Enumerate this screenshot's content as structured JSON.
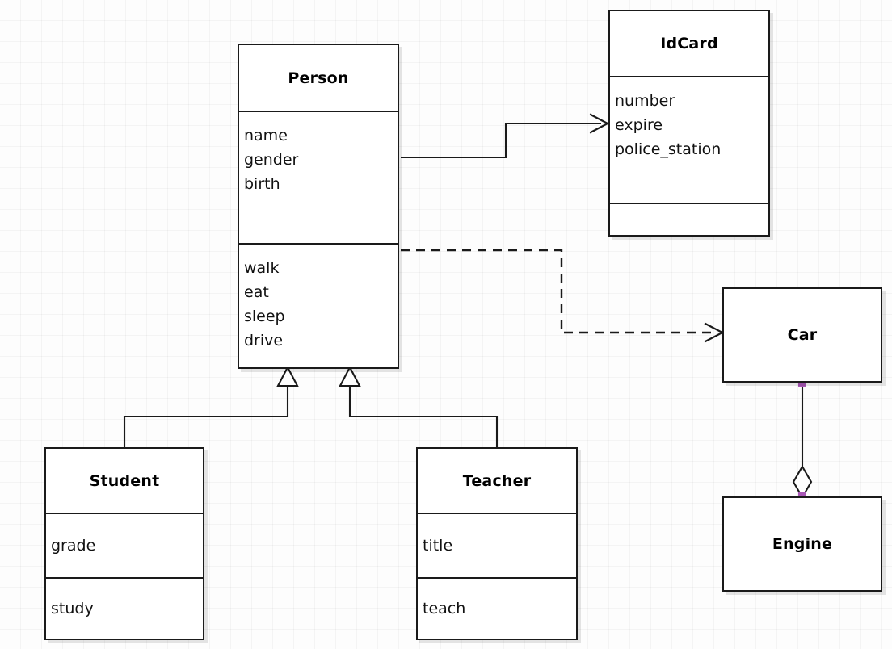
{
  "diagram": {
    "type": "uml-class-diagram",
    "background": "#fdfdfd",
    "grid": "light-square-grid",
    "line_color": "#1a1a1a",
    "port_color": "#a857b5"
  },
  "classes": {
    "person": {
      "name": "Person",
      "attributes": [
        "name",
        "gender",
        "birth"
      ],
      "operations": [
        "walk",
        "eat",
        "sleep",
        "drive"
      ]
    },
    "idcard": {
      "name": "IdCard",
      "attributes": [
        "number",
        "expire",
        "police_station"
      ],
      "operations": []
    },
    "car": {
      "name": "Car",
      "attributes": [],
      "operations": []
    },
    "engine": {
      "name": "Engine",
      "attributes": [],
      "operations": []
    },
    "student": {
      "name": "Student",
      "attributes": [
        "grade"
      ],
      "operations": [
        "study"
      ]
    },
    "teacher": {
      "name": "Teacher",
      "attributes": [
        "title"
      ],
      "operations": [
        "teach"
      ]
    }
  },
  "relationships": [
    {
      "id": "person-idcard",
      "kind": "association",
      "from": "Person",
      "to": "IdCard",
      "style": "solid",
      "head": "open-arrow"
    },
    {
      "id": "person-car",
      "kind": "dependency",
      "from": "Person",
      "to": "Car",
      "style": "dashed",
      "head": "open-arrow"
    },
    {
      "id": "student-person",
      "kind": "generalization",
      "from": "Student",
      "to": "Person",
      "style": "solid",
      "head": "hollow-triangle"
    },
    {
      "id": "teacher-person",
      "kind": "generalization",
      "from": "Teacher",
      "to": "Person",
      "style": "solid",
      "head": "hollow-triangle"
    },
    {
      "id": "car-engine",
      "kind": "aggregation",
      "from": "Car",
      "to": "Engine",
      "style": "solid",
      "head": "hollow-diamond"
    }
  ]
}
